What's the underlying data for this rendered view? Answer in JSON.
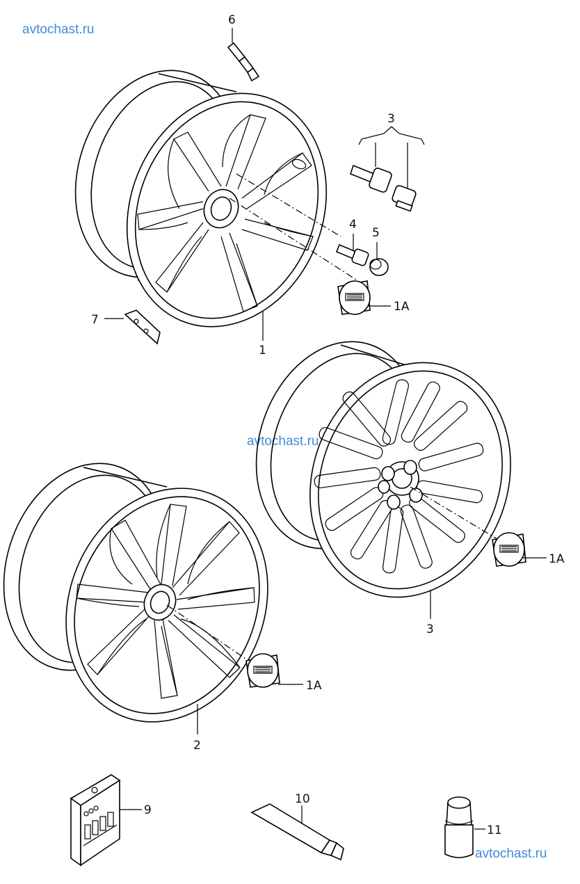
{
  "watermarks": {
    "top_left": "avtochast.ru",
    "center": "avtochast.ru",
    "bottom_right": "avtochast.ru"
  },
  "callouts": {
    "p6": "6",
    "p3_bolts": "3",
    "p4": "4",
    "p5": "5",
    "p1a_a": "1A",
    "p7": "7",
    "p1": "1",
    "p1a_b": "1A",
    "p3_wheel": "3",
    "p1a_c": "1A",
    "p2": "2",
    "p9": "9",
    "p10": "10",
    "p11": "11"
  },
  "icons": [
    "valve-icon",
    "bolt-icon",
    "nut-icon",
    "cap-icon",
    "sensor-icon",
    "tube-icon",
    "bottle-icon",
    "package-icon"
  ]
}
